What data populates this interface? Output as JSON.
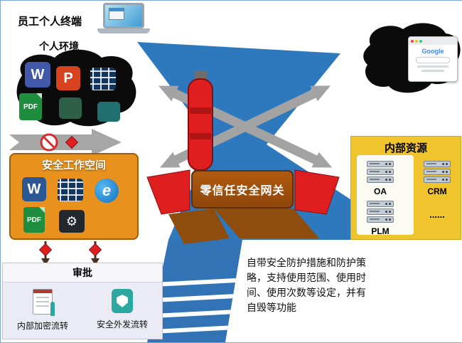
{
  "terminal": {
    "label": "员工个人终端"
  },
  "personal_env": {
    "label": "个人环境"
  },
  "workspace": {
    "title": "安全工作空间"
  },
  "gateway": {
    "title": "零信任安全网关"
  },
  "resources": {
    "title": "内部资源",
    "items": [
      {
        "label": "OA"
      },
      {
        "label": "CRM"
      },
      {
        "label": "PLM"
      },
      {
        "label": "......"
      }
    ]
  },
  "approval": {
    "title": "审批",
    "items": [
      {
        "label": "内部加密流转"
      },
      {
        "label": "安全外发流转"
      }
    ]
  },
  "note": {
    "lines": [
      "自带安全防护措施和防护策",
      "略，支持使用范围、使用时",
      "间、使用次数等设定，并有",
      "自毁等功能"
    ]
  },
  "browser": {
    "title": "Google"
  },
  "icons": {
    "word": "W",
    "powerpoint": "P",
    "pdf": "PDF",
    "edge": "e",
    "gear": "⚙"
  },
  "colors": {
    "flow_blue": "#2E79BD",
    "workspace_orange": "#E8911C",
    "gateway_brown": "#A8540E",
    "resources_yellow": "#EFC42C",
    "alert_red": "#DF1F1F",
    "teal": "#2BA8A0"
  }
}
